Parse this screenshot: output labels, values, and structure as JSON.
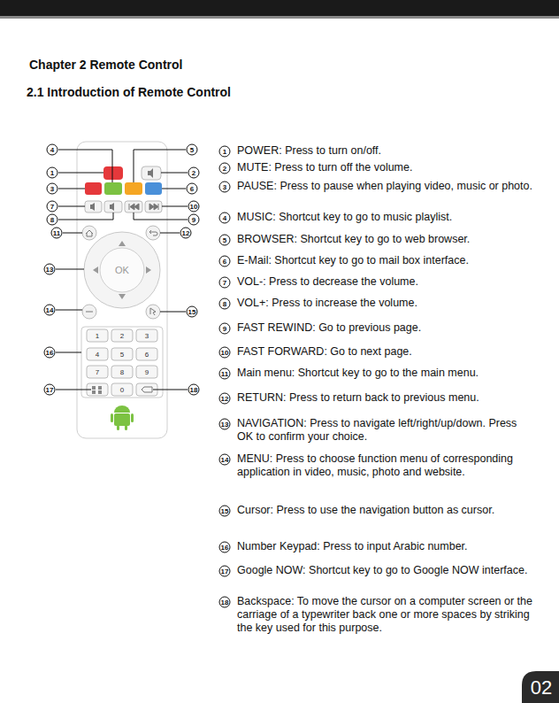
{
  "diagram": {
    "title": "Chapter 2 Remote Control",
    "labels": [
      "2.1 Introduction of Remote Control",
      "1",
      "2",
      "3",
      "4",
      "5",
      "6",
      "7",
      "8",
      "9",
      "10",
      "11",
      "12",
      "13",
      "14",
      "15",
      "16",
      "17",
      "18",
      "1",
      "2",
      "3",
      "4",
      "5",
      "6",
      "7",
      "8",
      "9",
      "0",
      "OK",
      "1",
      "POWER: Press to turn on/off.",
      "2",
      "MUTE: Press to turn off the volume.",
      "3",
      "PAUSE: Press to pause when playing video, music or photo.",
      "4",
      "MUSIC: Shortcut key to go to music playlist.",
      "5",
      "BROWSER: Shortcut key to go to web browser.",
      "6",
      "E-Mail: Shortcut key to go to mail box interface.",
      "7",
      "VOL-: Press to decrease the volume.",
      "8",
      "VOL+: Press to increase the volume.",
      "9",
      "FAST REWIND: Go to previous page.",
      "10",
      "FAST FORWARD: Go to next page.",
      "11",
      "Main menu: Shortcut key to go to the main menu.",
      "12",
      "RETURN: Press to return back to previous menu.",
      "13",
      "NAVIGATION: Press to navigate left/right/up/down. Press OK to confirm your choice.",
      "14",
      "MENU: Press to choose function menu of corresponding application in video, music, photo and website.",
      "15",
      "Cursor: Press to use the navigation button as cursor.",
      "16",
      "Number Keypad: Press to input Arabic number.",
      "17",
      "Google NOW: Shortcut key to go to Google NOW interface.",
      "18",
      "Backspace: To move the cursor on a computer screen or the carriage of a typewriter back one or more spaces by striking the key used for this purpose.",
      "02"
    ]
  }
}
